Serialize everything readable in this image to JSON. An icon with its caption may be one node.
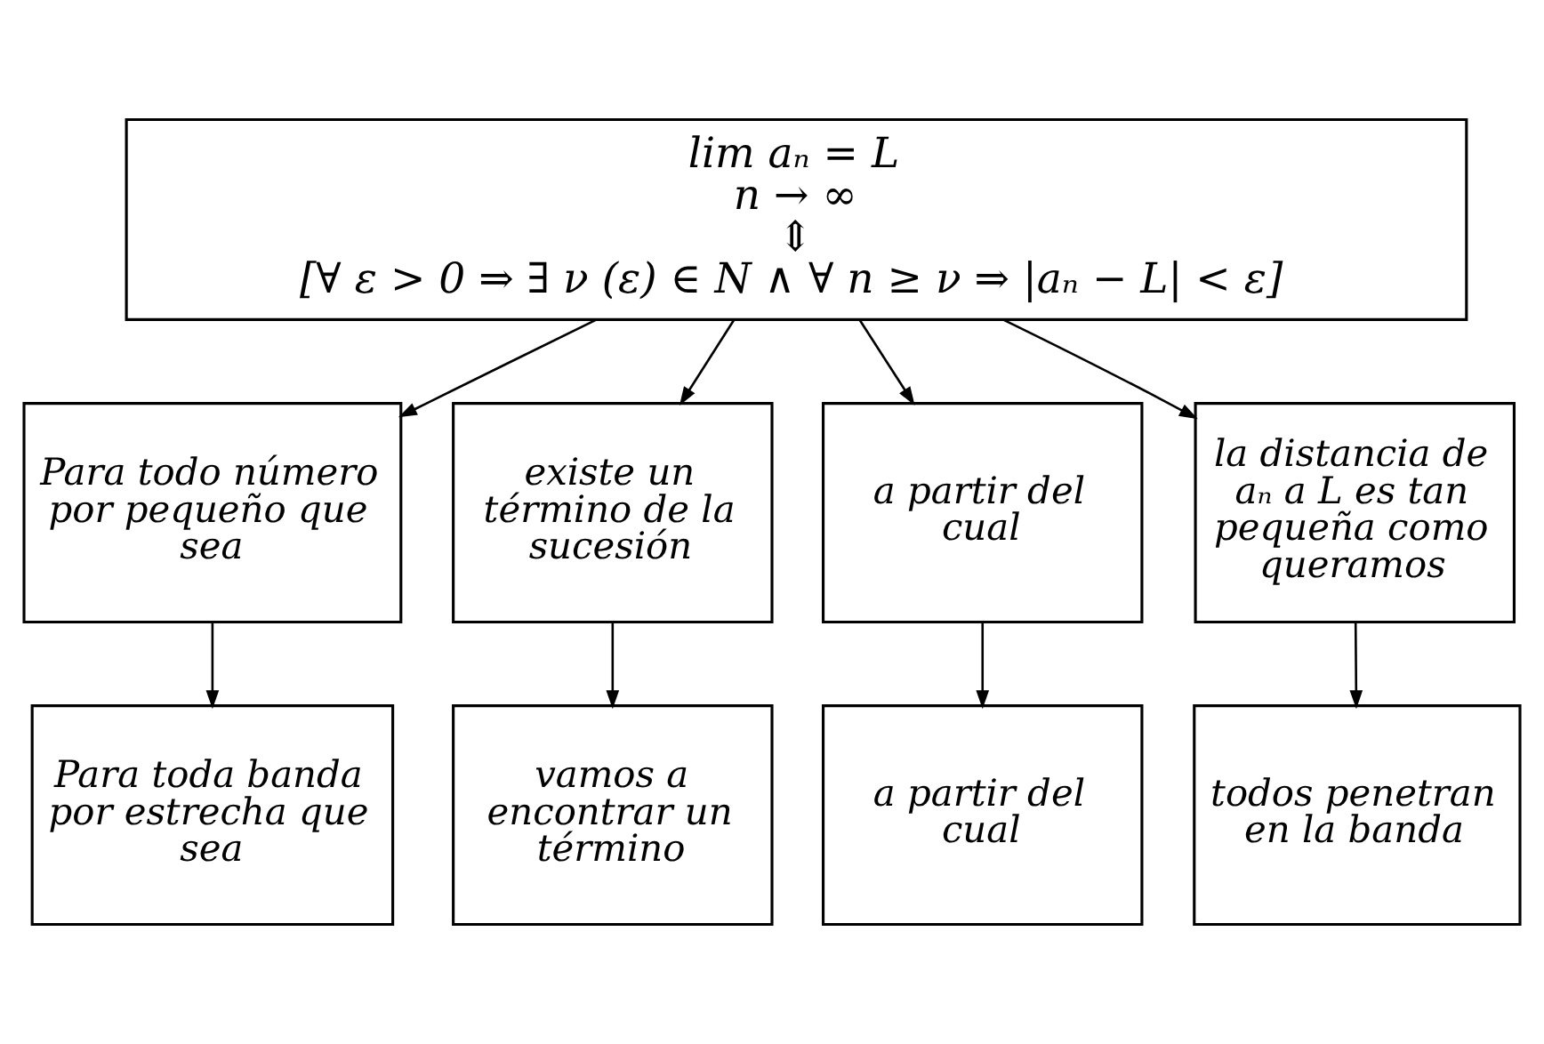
{
  "diagram": {
    "nodes": [
      {
        "text": [
          "lim aₙ = L",
          "n → ∞",
          "⇕",
          "[∀ ε > 0 ⇒ ∃ ν (ε) ∈ N ∧ ∀ n ≥ ν ⇒ |aₙ − L| < ε]"
        ]
      },
      {
        "text": [
          "Para todo número por pequeño que sea"
        ]
      },
      {
        "text": [
          "existe un término de la sucesión"
        ]
      },
      {
        "text": [
          "a partir del cual"
        ]
      },
      {
        "text": [
          "la distancia de aₙ a L es tan pequeña como queramos"
        ]
      },
      {
        "text": [
          "Para toda banda por estrecha que sea"
        ]
      },
      {
        "text": [
          "vamos a encontrar un término"
        ]
      },
      {
        "text": [
          "a partir del cual"
        ]
      },
      {
        "text": [
          "todos penetran en la banda"
        ]
      }
    ],
    "edges": [
      {
        "from": 0,
        "to": 1,
        "arrow": "to"
      },
      {
        "from": 0,
        "to": 2,
        "arrow": "to"
      },
      {
        "from": 0,
        "to": 3,
        "arrow": "to"
      },
      {
        "from": 0,
        "to": 4,
        "arrow": "to"
      },
      {
        "from": 1,
        "to": 5,
        "arrow": "to"
      },
      {
        "from": 2,
        "to": 6,
        "arrow": "to"
      },
      {
        "from": 3,
        "to": 7,
        "arrow": "to"
      },
      {
        "from": 4,
        "to": 8,
        "arrow": "to"
      }
    ]
  }
}
